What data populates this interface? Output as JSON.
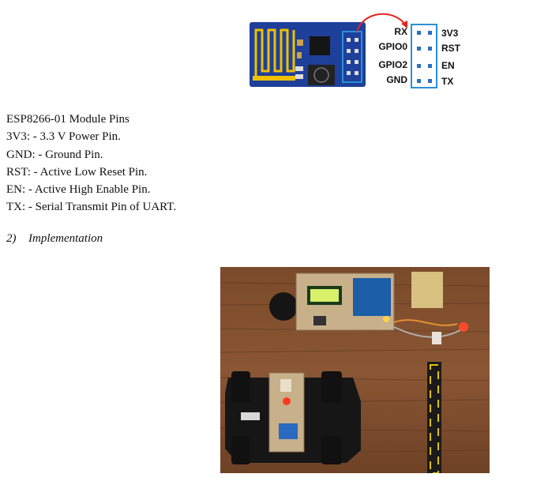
{
  "figure": {
    "left_labels": [
      "RX",
      "GPIO0",
      "GPIO2",
      "GND"
    ],
    "right_labels": [
      "3V3",
      "RST",
      "EN",
      "TX"
    ],
    "colors": {
      "board": "#1e3f9a",
      "header": "#2b8fd8",
      "arrow": "#e0261e"
    }
  },
  "text": {
    "lines": [
      "ESP8266-01 Module Pins",
      "3V3: - 3.3 V Power Pin.",
      "GND: - Ground Pin.",
      "RST: - Active Low Reset Pin.",
      "EN: - Active High Enable Pin.",
      "TX: - Serial Transmit Pin of UART."
    ],
    "section_number": "2)",
    "section_title": "Implementation"
  }
}
